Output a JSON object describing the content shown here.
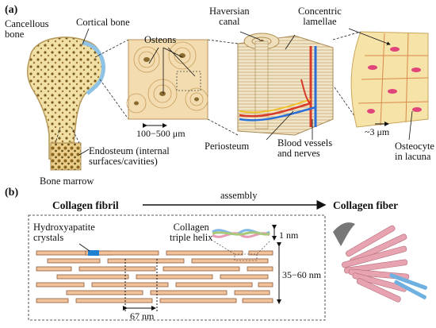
{
  "panel_a": {
    "panel_label": "(a)",
    "cancellous_bone": "Cancellous\nbone",
    "cortical_bone": "Cortical bone",
    "osteons": "Osteons",
    "haversian_canal": "Haversian\ncanal",
    "concentric_lamellae": "Concentric\nlamellae",
    "scale_osteon": "100−500 μm",
    "scale_lacuna": "~3 μm",
    "periosteum": "Periosteum",
    "blood_vessels": "Blood vessels\nand nerves",
    "osteocyte": "Osteocyte\nin lacuna",
    "endosteum": "Endosteum (internal\nsurfaces/cavities)",
    "bone_marrow": "Bone marrow"
  },
  "panel_b": {
    "panel_label": "(b)",
    "collagen_fibril": "Collagen fibril",
    "assembly": "assembly",
    "collagen_fiber": "Collagen fiber",
    "hydroxyapatite": "Hydroxyapatite\ncrystals",
    "triple_helix": "Collagen\ntriple helix",
    "helix_width": "1 nm",
    "fibril_height": "35−60 nm",
    "period": "67 nm"
  },
  "colors": {
    "bone_yellow": "#f1e0a6",
    "spongy_dot": "#7a5a20",
    "cortical_blue": "#8ec3e6",
    "osteon_bg": "#f3dcb0",
    "vessel_red": "#d83a2a",
    "vessel_blue": "#2a6fd8",
    "lacuna_pink": "#e0457a",
    "fibril_fill": "#f2c39b",
    "fibril_stroke": "#8a5a3a",
    "crystal_blue": "#1f7fd0",
    "fiber_pink": "#e7a4b0"
  }
}
